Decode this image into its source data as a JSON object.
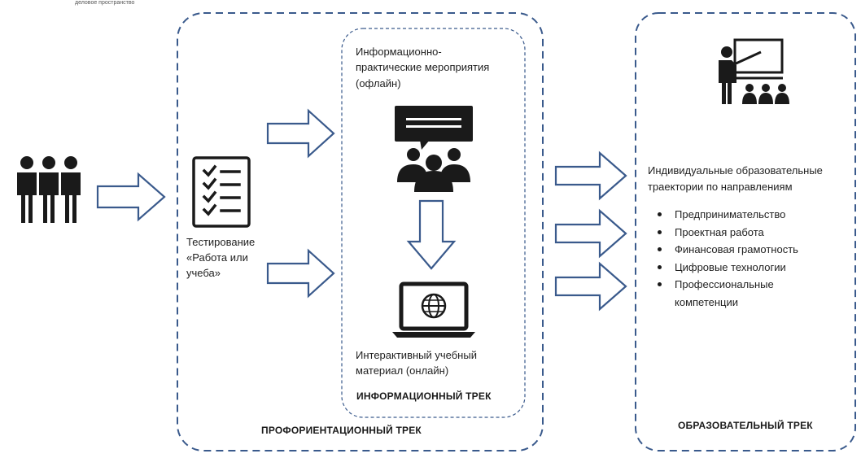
{
  "header": {
    "logo_tagline": "деловое пространство"
  },
  "tracks": {
    "proforientation": {
      "label": "ПРОФОРИЕНТАЦИОННЫЙ ТРЕК"
    },
    "information": {
      "label": "ИНФОРМАЦИОННЫЙ ТРЕК"
    },
    "education": {
      "label": "ОБРАЗОВАТЕЛЬНЫЙ ТРЕК"
    }
  },
  "testing": {
    "lines": [
      "Тестирование",
      "«Работа или",
      "учеба»"
    ]
  },
  "events": {
    "lines": [
      "Информационно-",
      "практические мероприятия",
      "(офлайн)"
    ]
  },
  "material": {
    "lines": [
      "Интерактивный учебный",
      "материал (онлайн)"
    ]
  },
  "trajectories": {
    "title_lines": [
      "Индивидуальные образовательные",
      "траектории по направлениям"
    ],
    "items": [
      "Предпринимательство",
      "Проектная работа",
      "Финансовая грамотность",
      "Цифровые технологии",
      "Профессиональные",
      "компетенции"
    ]
  },
  "colors": {
    "border": "#3a5a8c",
    "arrow": "#3a5a8c",
    "icon": "#1a1a1a"
  },
  "icons": [
    "people-group-icon",
    "checklist-icon",
    "chat-audience-icon",
    "laptop-globe-icon",
    "teacher-presentation-icon",
    "arrow-right-icon",
    "arrow-down-icon"
  ]
}
